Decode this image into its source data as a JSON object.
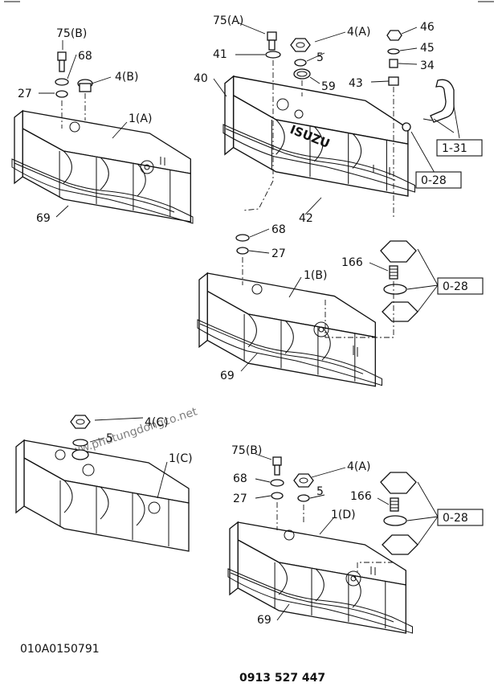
{
  "labels": {
    "a1": "75(B)",
    "a2": "68",
    "a3": "4(B)",
    "a4": "27",
    "a5": "1(A)",
    "a6": "69",
    "b1": "75(A)",
    "b2": "4(A)",
    "b3": "46",
    "b4": "41",
    "b5": "5",
    "b6": "45",
    "b7": "34",
    "b8": "40",
    "b9": "59",
    "b10": "43",
    "b11": "1-31",
    "b12": "0-28",
    "b13": "42",
    "b14": "68",
    "b15": "27",
    "b16": "166",
    "b17": "1(B)",
    "b18": "0-28",
    "b19": "69",
    "c1": "4(C)",
    "c2": "5",
    "c3": "1(C)",
    "d1": "75(B)",
    "d2": "4(A)",
    "d3": "68",
    "d4": "27",
    "d5": "5",
    "d6": "166",
    "d7": "1(D)",
    "d8": "0-28",
    "d9": "69"
  },
  "engraving": "ISUZU",
  "drawing_code": "010A0150791",
  "phone": "0913 527 447",
  "watermark": "www.phutungdongco.net",
  "colors": {
    "line": "#111111",
    "phone": "#1d2fc4",
    "watermark": "#a9b8e4"
  }
}
